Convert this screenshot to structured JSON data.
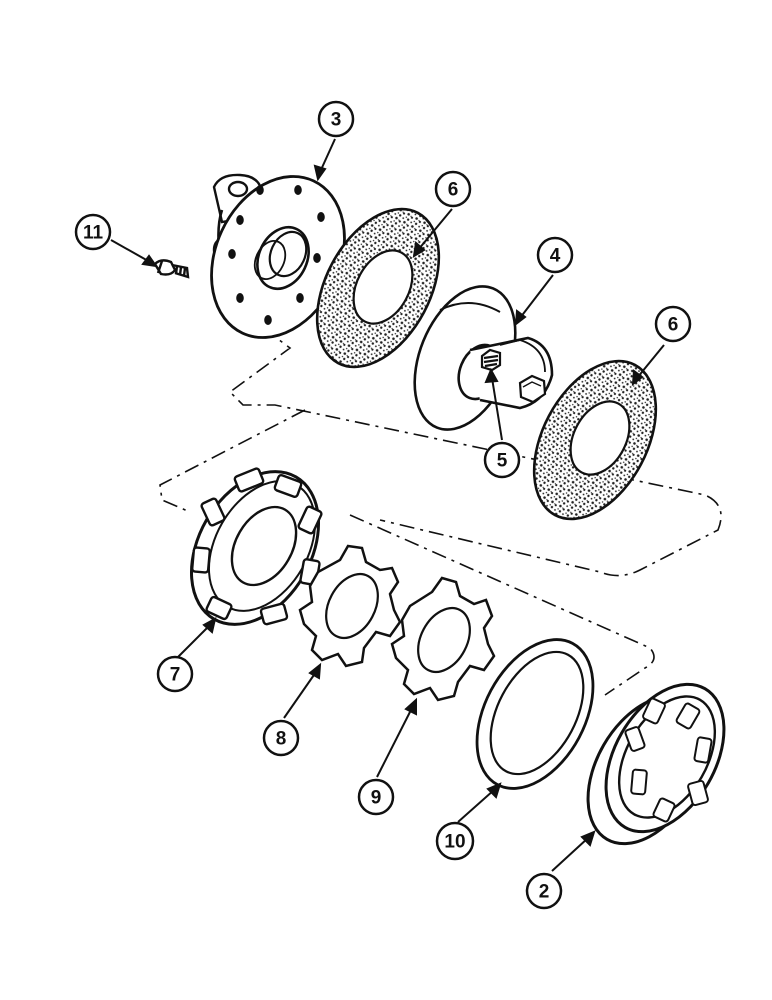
{
  "callouts": {
    "c11": "11",
    "c3": "3",
    "c6a": "6",
    "c4": "4",
    "c6b": "6",
    "c5": "5",
    "c7": "7",
    "c8": "8",
    "c9": "9",
    "c10": "10",
    "c2": "2"
  },
  "colors": {
    "ink": "#111111",
    "paper": "#ffffff",
    "lining": "#3a3a3a"
  }
}
